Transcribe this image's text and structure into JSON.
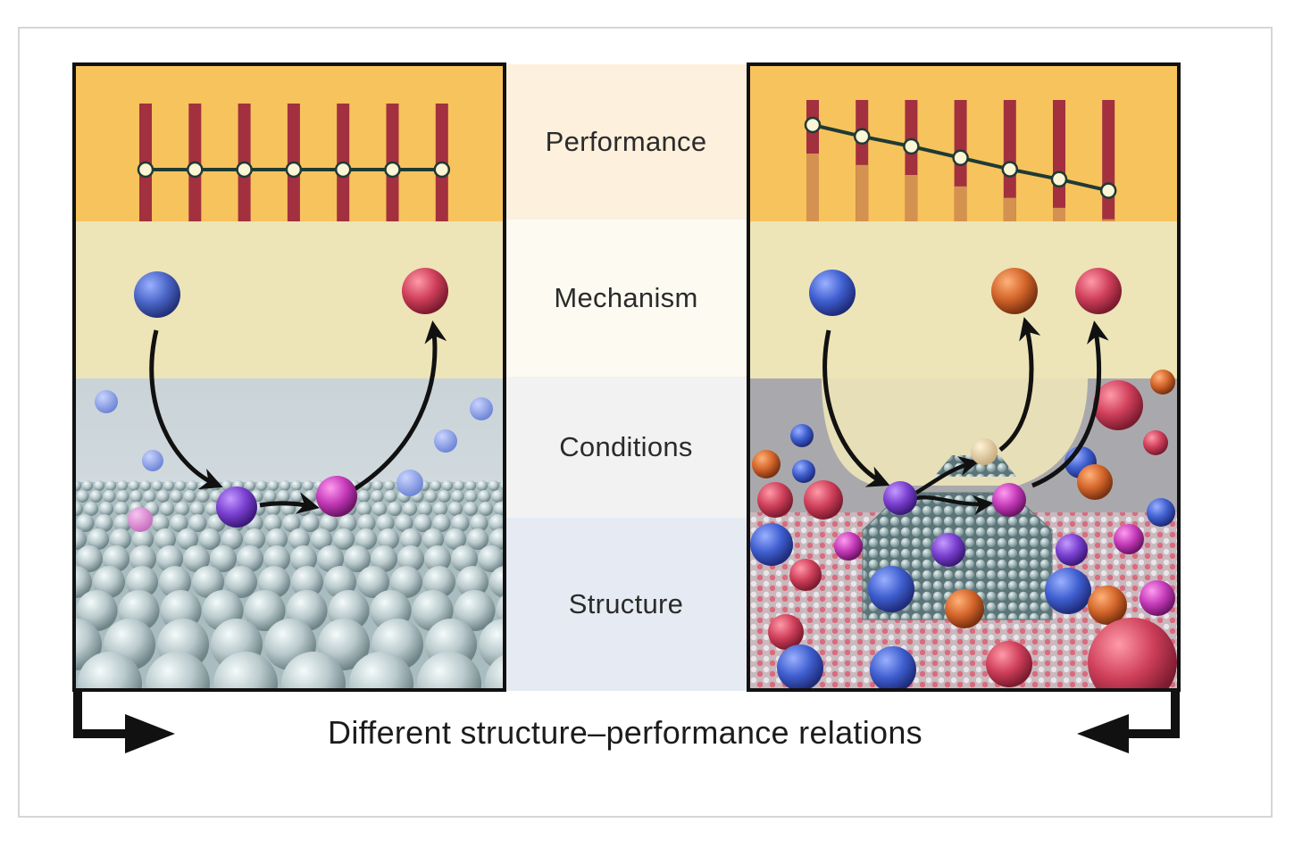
{
  "figure": {
    "levels": [
      {
        "key": "performance",
        "label": "Performance",
        "color": "#fdf0dc"
      },
      {
        "key": "mechanism",
        "label": "Mechanism",
        "color": "#fdfbf1"
      },
      {
        "key": "conditions",
        "label": "Conditions",
        "color": "#f2f2f2"
      },
      {
        "key": "structure",
        "label": "Structure",
        "color": "#e6ebf3"
      }
    ],
    "caption": "Different structure–performance relations",
    "left_panel": {
      "performance_series": [
        1,
        1,
        1,
        1,
        1,
        1,
        1
      ]
    },
    "right_panel": {
      "performance_series": [
        1.0,
        0.92,
        0.85,
        0.77,
        0.69,
        0.62,
        0.54
      ]
    },
    "colors": {
      "performance_bg": "#f7c35d",
      "mechanism_bg": "#ede4b8",
      "bar": "#a2303f",
      "bar_faded": "#d49250",
      "line": "#1f3a34",
      "node_fill": "#fbf6d6",
      "reactant": "#4a66c7",
      "product_a": "#cf3f5a",
      "product_b": "#d3652a",
      "intermediate": "#8040c8",
      "intermediate_b": "#c43ab8",
      "substrate": "#b9c9cc"
    }
  }
}
